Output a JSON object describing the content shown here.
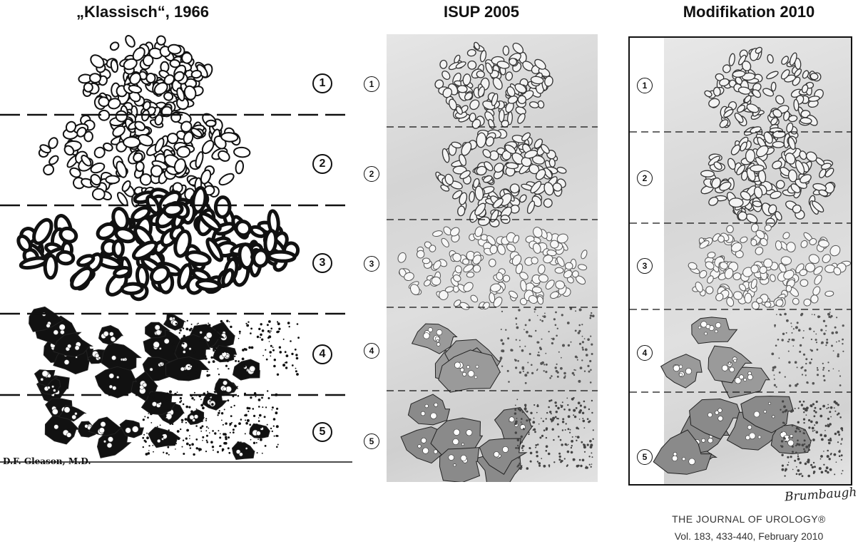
{
  "titles": {
    "classic": "„Klassisch“, 1966",
    "isup": "ISUP 2005",
    "modified": "Modifikation 2010"
  },
  "grades": [
    "1",
    "2",
    "3",
    "4",
    "5"
  ],
  "classic_credit": "D.F. Gleason, M.D.",
  "signature": "Brumbaugh",
  "journal": {
    "line1": "THE JOURNAL OF UROLOGY®",
    "line2": "Vol. 183, 433-440, February 2010"
  },
  "colors": {
    "ink": "#111111",
    "panel_gray": "#d8d8d8"
  }
}
